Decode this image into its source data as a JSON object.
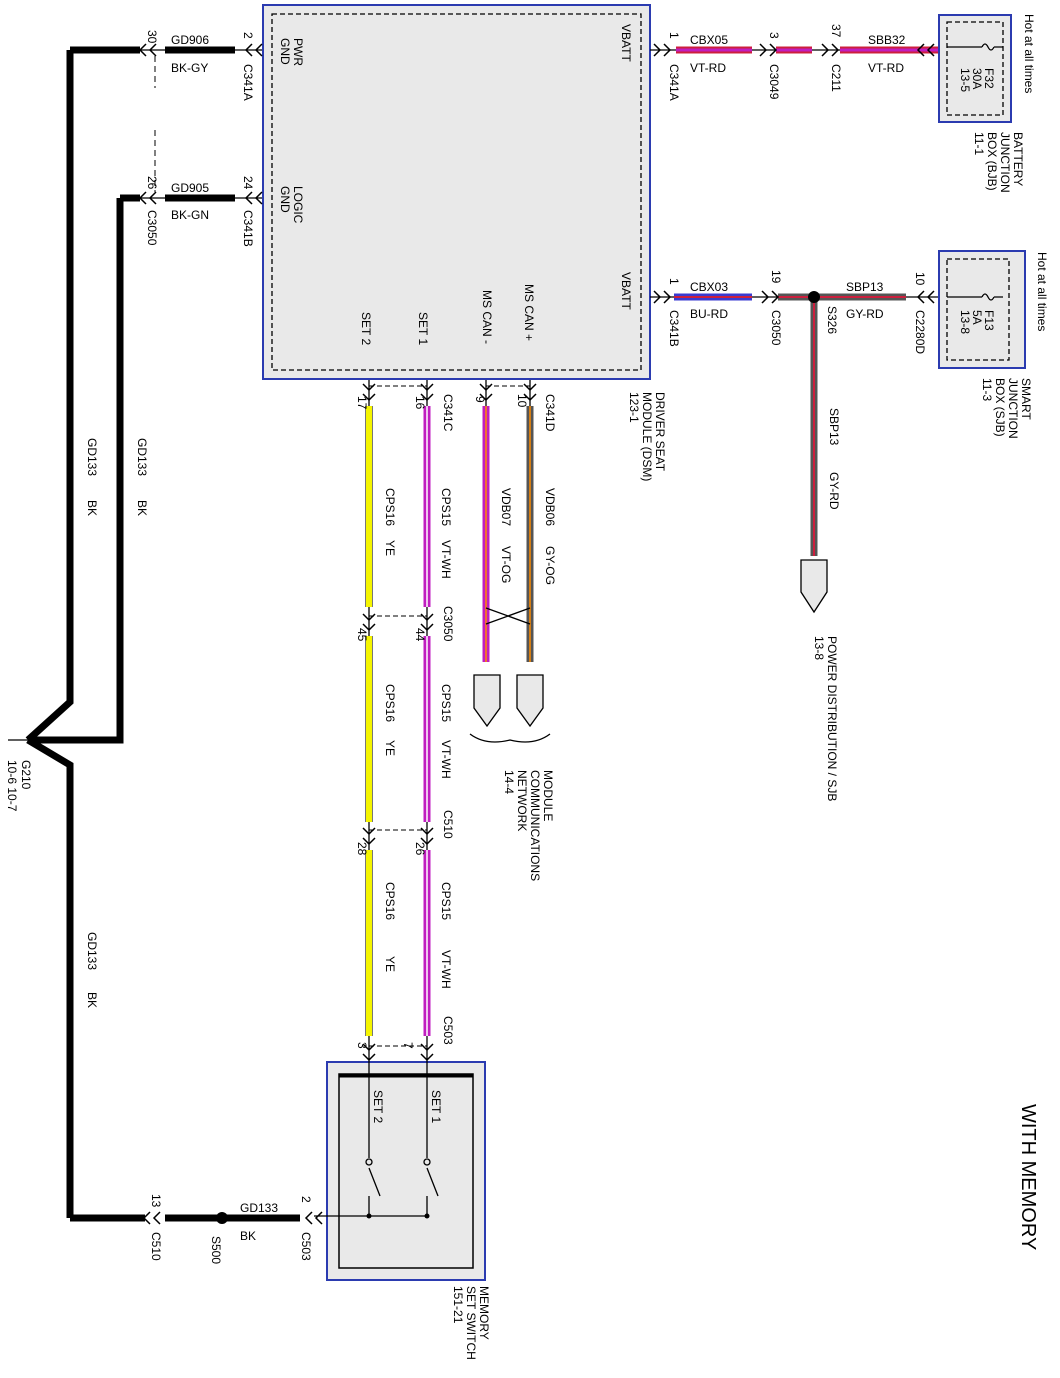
{
  "title": "WITH MEMORY",
  "hot_label": "Hot at all times",
  "modules": {
    "dsm": {
      "line1": "DRIVER SEAT",
      "line2": "MODULE (DSM)",
      "line3": "123-1",
      "pins": {
        "pwr_gnd_1": "PWR",
        "pwr_gnd_2": "GND",
        "logic_gnd_1": "LOGIC",
        "logic_gnd_2": "GND",
        "vbatt": "VBATT",
        "vbatt2": "VBATT",
        "ms_can_plus": "MS CAN +",
        "ms_can_minus": "MS CAN -",
        "set1": "SET 1",
        "set2": "SET 2"
      }
    },
    "bjb": {
      "line1": "BATTERY",
      "line2": "JUNCTION",
      "line3": "BOX (BJB)",
      "line4": "11-1",
      "fuse": "F32",
      "amps": "30A",
      "ref": "13-5"
    },
    "sjb": {
      "line1": "SMART",
      "line2": "JUNCTION",
      "line3": "BOX (SJB)",
      "line4": "11-3",
      "fuse": "F13",
      "amps": "5A",
      "ref": "13-8"
    },
    "mss": {
      "line1": "MEMORY",
      "line2": "SET SWITCH",
      "line3": "151-21",
      "set1": "SET 1",
      "set2": "SET 2"
    }
  },
  "refs": {
    "mcn1": "MODULE",
    "mcn2": "COMMUNICATIONS",
    "mcn3": "NETWORK",
    "mcn4": "14-4",
    "pd1": "POWER DISTRIBUTION / SJB",
    "pd2": "13-8",
    "g210": "G210",
    "g210_ref": "10-6  10-7"
  },
  "connectors": {
    "c341a": "C341A",
    "c341b": "C341B",
    "c341c": "C341C",
    "c341d": "C341D",
    "c341a_r": "C341A",
    "c341b_r": "C341B",
    "c3049": "C3049",
    "c211": "C211",
    "c3050_l": "C3050",
    "c3050_r": "C3050",
    "c3050_m": "C3050",
    "c2280d": "C2280D",
    "c510_m": "C510",
    "c510_b": "C510",
    "c503_m": "C503",
    "c503_b": "C503",
    "s326": "S326",
    "s500": "S500"
  },
  "pins": {
    "p30": "30",
    "p2a": "2",
    "p26": "26",
    "p24": "24",
    "p1a": "1",
    "p3": "3",
    "p37": "37",
    "p1b": "1",
    "p19": "19",
    "p10": "10",
    "p17": "17",
    "p16": "16",
    "p9": "9",
    "p10d": "10",
    "p45": "45",
    "p44": "44",
    "p28": "28",
    "p26m": "26",
    "p3b": "3",
    "p7": "7",
    "p2b": "2",
    "p13": "13"
  },
  "wires": {
    "gd906": {
      "circuit": "GD906",
      "color": "BK-GY"
    },
    "gd905": {
      "circuit": "GD905",
      "color": "BK-GN"
    },
    "cbx05": {
      "circuit": "CBX05",
      "color": "VT-RD"
    },
    "sbb32": {
      "circuit": "SBB32",
      "color": "VT-RD"
    },
    "cbx03": {
      "circuit": "CBX03",
      "color": "BU-RD"
    },
    "sbp13_h": {
      "circuit": "SBP13",
      "color": "GY-RD"
    },
    "sbp13_v": {
      "circuit": "SBP13",
      "color": "GY-RD"
    },
    "cps16_a": {
      "circuit": "CPS16",
      "color": "YE"
    },
    "cps15_a": {
      "circuit": "CPS15",
      "color": "VT-WH"
    },
    "vdb07": {
      "circuit": "VDB07",
      "color": "VT-OG"
    },
    "vdb06": {
      "circuit": "VDB06",
      "color": "GY-OG"
    },
    "cps16_b": {
      "circuit": "CPS16",
      "color": "YE"
    },
    "cps15_b": {
      "circuit": "CPS15",
      "color": "VT-WH"
    },
    "cps16_c": {
      "circuit": "CPS16",
      "color": "YE"
    },
    "cps15_c": {
      "circuit": "CPS15",
      "color": "VT-WH"
    },
    "gd133_a": {
      "circuit": "GD133",
      "color": "BK"
    },
    "gd133_b": {
      "circuit": "GD133",
      "color": "BK"
    },
    "gd133_c": {
      "circuit": "GD133",
      "color": "BK"
    },
    "gd133_d": {
      "circuit": "GD133",
      "color": "BK"
    }
  },
  "colors": {
    "box_border": "#2b3bb0",
    "box_fill": "#e9e9e9",
    "violet": "#c01ec0",
    "yellow": "#f5f500",
    "red": "#cc1f3d",
    "blue": "#3a3ad0",
    "gray": "#555555",
    "black": "#000000"
  }
}
